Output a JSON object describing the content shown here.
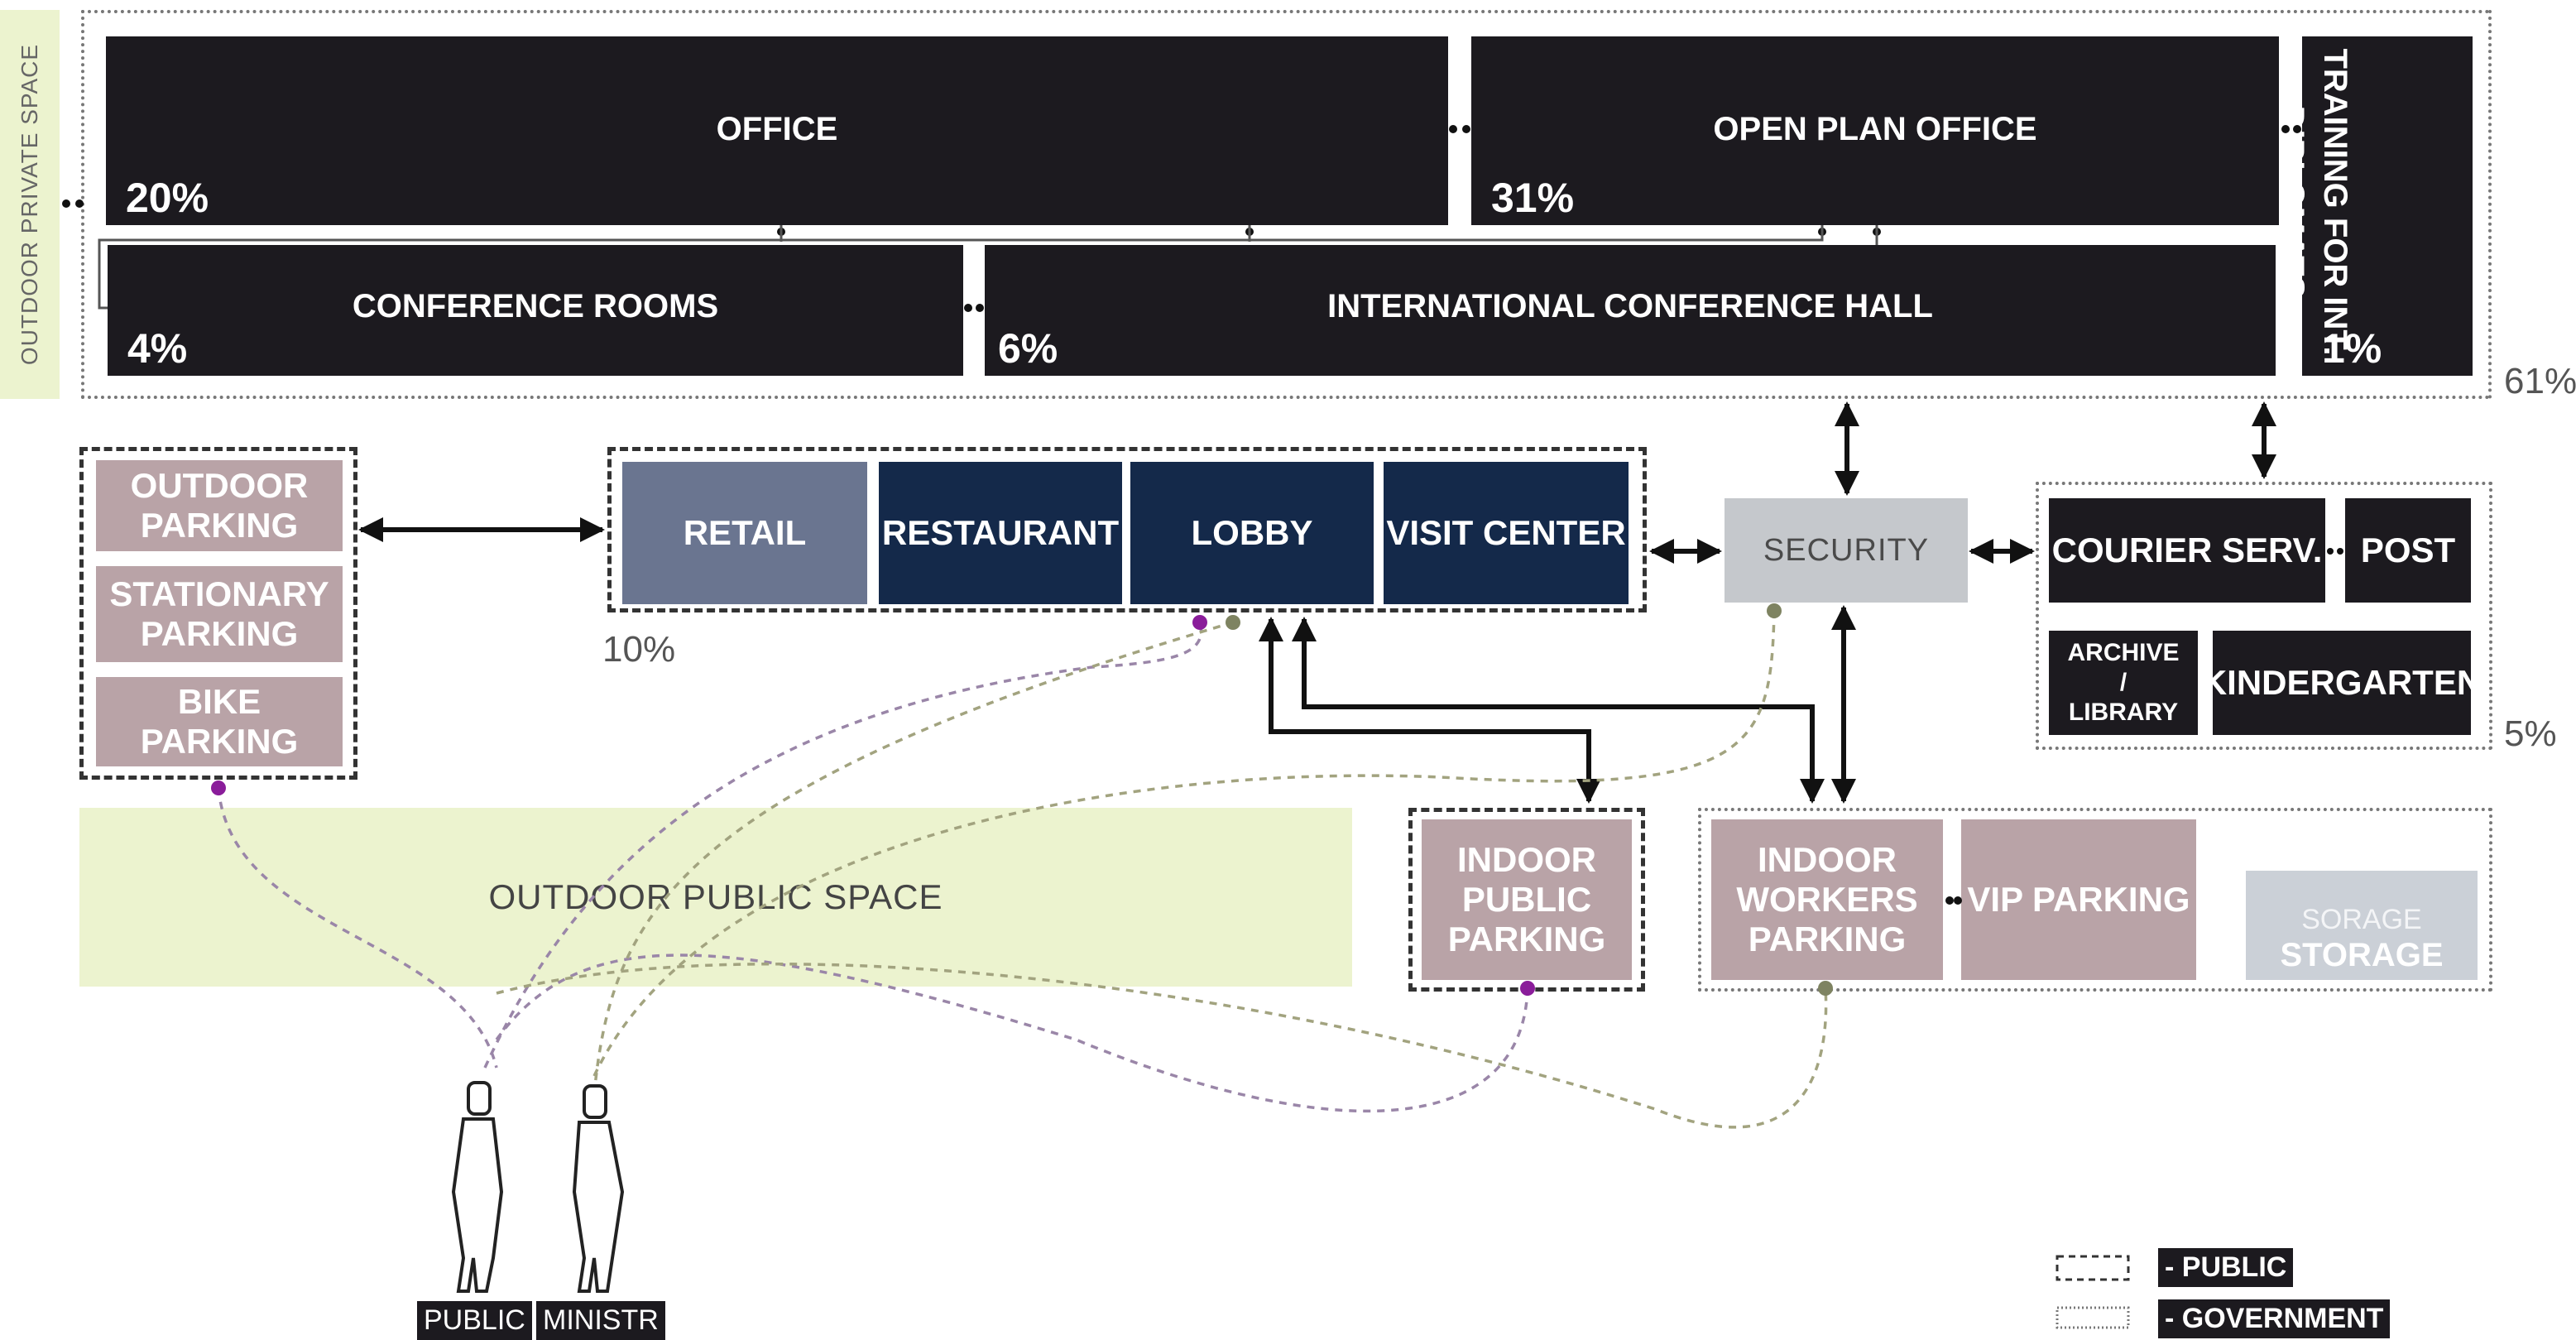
{
  "top": {
    "office": {
      "label": "OFFICE",
      "pct": "20%"
    },
    "open_plan": {
      "label": "OPEN PLAN OFFICE",
      "pct": "31%"
    },
    "training": {
      "label": "TRAINING FOR INT. DIPLOMATS",
      "pct": "1%"
    },
    "conference": {
      "label": "CONFERENCE ROOMS",
      "pct": "4%"
    },
    "intl_hall": {
      "label": "INTERNATIONAL CONFERENCE HALL",
      "pct": "6%"
    },
    "total_pct": "61%"
  },
  "outdoor_private": "OUTDOOR PRIVATE SPACE",
  "parking_group": {
    "outdoor": "OUTDOOR PARKING",
    "stationary": "STATIONARY PARKING",
    "bike": "BIKE PARKING"
  },
  "public_group": {
    "retail": "RETAIL",
    "restaurant": "RESTAURANT",
    "lobby": "LOBBY",
    "visit": "VISIT CENTER",
    "pct": "10%"
  },
  "security": "SECURITY",
  "services": {
    "courier": "COURIER SERV.",
    "post": "POST",
    "archive": "ARCHIVE / LIBRARY",
    "kindergarten": "KINDERGARTEN",
    "pct": "5%"
  },
  "outdoor_public": "OUTDOOR PUBLIC SPACE",
  "indoor_public": "INDOOR PUBLIC PARKING",
  "workers": {
    "indoor_workers": "INDOOR WORKERS PARKING",
    "vip": "VIP PARKING",
    "sorage": "SORAGE",
    "storage": "STORAGE"
  },
  "people": {
    "public": "PUBLIC",
    "ministr": "MINISTR"
  },
  "legend": {
    "public": "- PUBLIC",
    "government": "- GOVERNMENT"
  },
  "colors": {
    "dark": "#1c1a1f",
    "navy": "#14294a",
    "mauve": "#b9a3a7",
    "green": "#ecf3cf",
    "public_path": "#9a86a8",
    "gov_path": "#8e8f6f"
  }
}
